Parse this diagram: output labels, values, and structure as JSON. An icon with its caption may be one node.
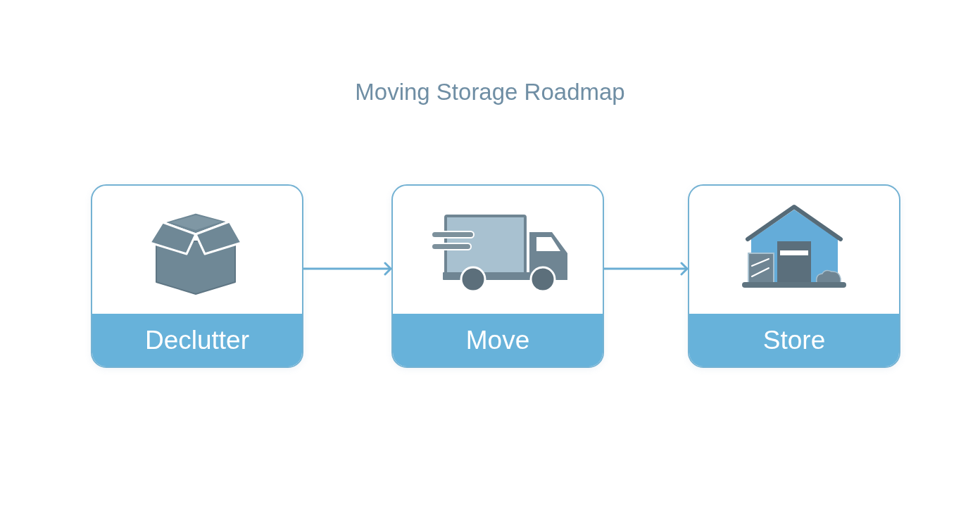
{
  "diagram": {
    "title": "Moving Storage Roadmap",
    "nodes": [
      {
        "text": [
          "Declutter"
        ]
      },
      {
        "text": [
          "Move"
        ]
      },
      {
        "text": [
          "Store"
        ]
      }
    ],
    "edges": [
      {
        "from": 0,
        "to": 1,
        "arrow": "to"
      },
      {
        "from": 1,
        "to": 2,
        "arrow": "to"
      }
    ]
  }
}
